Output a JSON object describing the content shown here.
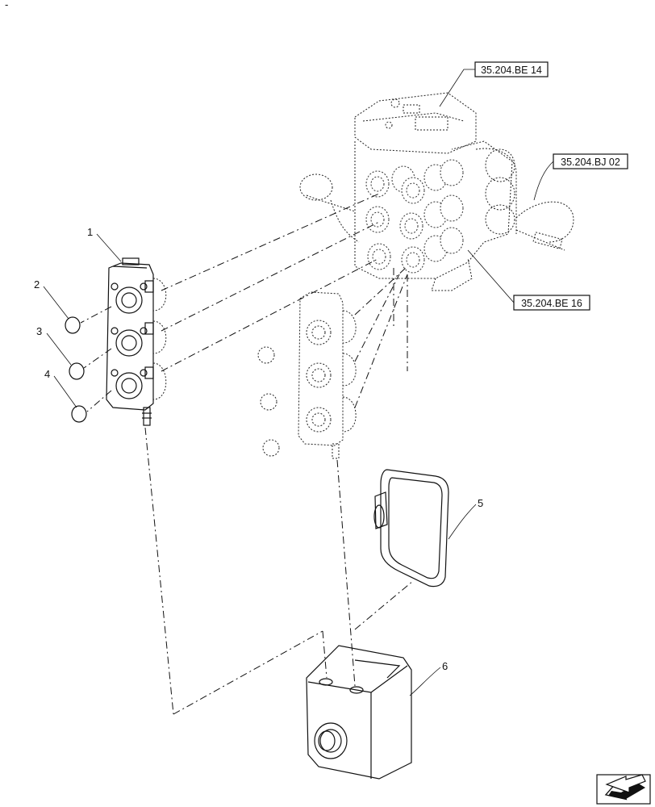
{
  "corner_mark": "-",
  "references": [
    {
      "id": "ref-be14",
      "text": "35.204.BE 14"
    },
    {
      "id": "ref-bj02",
      "text": "35.204.BJ 02"
    },
    {
      "id": "ref-be16",
      "text": "35.204.BE 16"
    }
  ],
  "callouts": [
    "1",
    "2",
    "3",
    "4",
    "5",
    "6"
  ],
  "nav_icon": "next-page-arrow-icon"
}
